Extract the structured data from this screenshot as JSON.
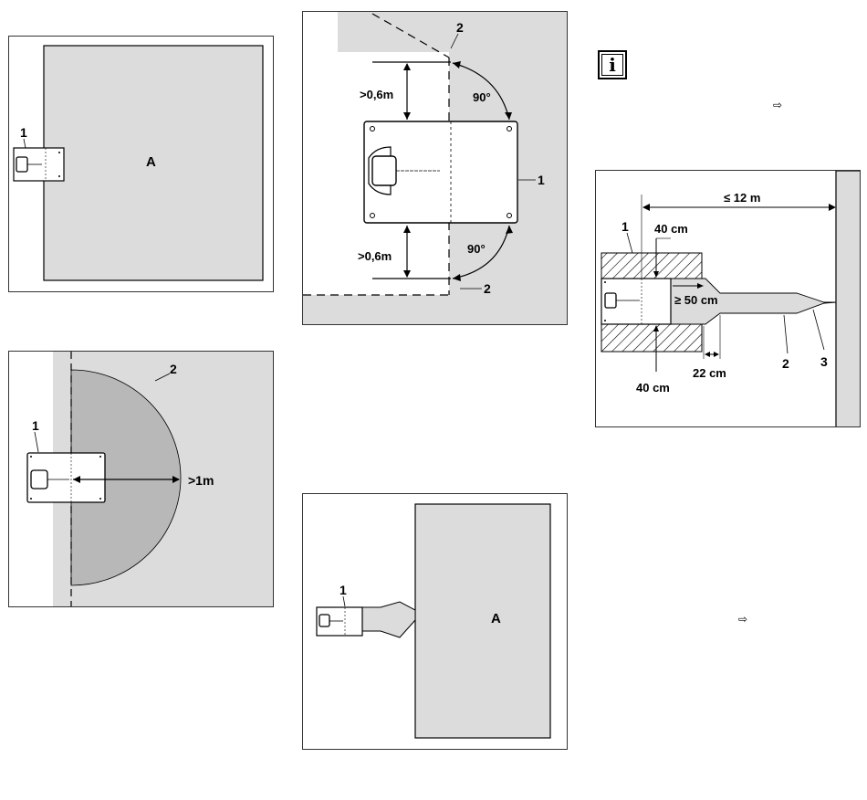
{
  "fig1": {
    "callout_1": "1",
    "area_label": "A"
  },
  "fig2": {
    "callout_1": "1",
    "callout_2_top": "2",
    "callout_2_bottom": "2",
    "dist_top": ">0,6m",
    "dist_bottom": ">0,6m",
    "angle_top": "90°",
    "angle_bottom": "90°"
  },
  "fig3": {
    "callout_1": "1",
    "callout_2": "2",
    "dist": ">1m"
  },
  "fig4": {
    "callout_1": "1",
    "area_label": "A"
  },
  "fig5": {
    "dist_max": "≤ 12 m",
    "callout_1": "1",
    "callout_2": "2",
    "callout_3": "3",
    "dim_40_top": "40 cm",
    "dim_50": "≥ 50 cm",
    "dim_22": "22 cm",
    "dim_40_bottom": "40 cm"
  },
  "info": {
    "icon": "info-icon",
    "label": "i"
  },
  "notes": {
    "arrow_1": "⇨",
    "arrow_2": "⇨"
  },
  "colors": {
    "area_gray": "#dcdcdc",
    "zone_gray": "#b8b8b8",
    "line": "#000000"
  }
}
